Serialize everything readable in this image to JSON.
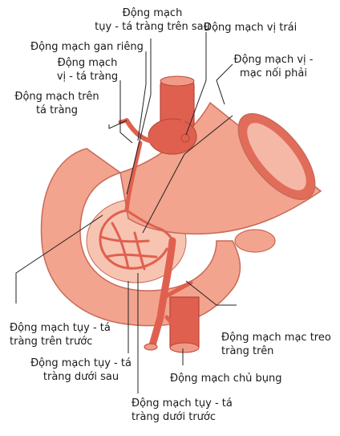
{
  "labels": {
    "post_sup_pancreaticoduodenal": [
      "Động mạch",
      "tụy - tá tràng trên sau"
    ],
    "left_gastric": [
      "Động mạch vị trái"
    ],
    "proper_hepatic": [
      "Động mạch gan riêng"
    ],
    "gastroduodenal": [
      "Động mạch",
      "vị - tá tràng"
    ],
    "right_gastroepiploic": [
      "Động mạch vị -",
      "mạc nối phải"
    ],
    "supraduodenal": [
      "Động mạch trên",
      "tá tràng"
    ],
    "ant_sup_pancreaticoduodenal": [
      "Động mạch tụy - tá",
      "tràng trên trước"
    ],
    "post_inf_pancreaticoduodenal": [
      "Động mạch tụy - tá",
      "tràng dưới sau"
    ],
    "superior_mesenteric": [
      "Động mạch mạc treo",
      "tràng trên"
    ],
    "celiac_trunk": [
      "Động mạch chủ bụng"
    ],
    "ant_inf_pancreaticoduodenal": [
      "Động mạch tụy - tá",
      "tràng dưới trước"
    ]
  },
  "colors": {
    "tissue": "#f2a48e",
    "tissue_light": "#f8c4b2",
    "artery": "#e0604f",
    "artery_dark": "#b84436",
    "outline": "#c86a58",
    "leader": "#222222"
  }
}
